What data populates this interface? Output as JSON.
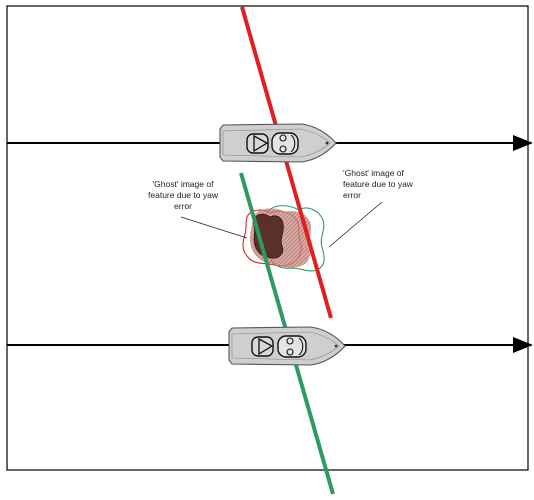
{
  "annotations": {
    "left": {
      "line1": "'Ghost' image of",
      "line2": "feature due to yaw",
      "line3": "error"
    },
    "right": {
      "line1": "'Ghost' image of",
      "line2": "feature due to yaw",
      "line3": "error"
    }
  },
  "colors": {
    "red_beam": "#e02020",
    "green_beam": "#2e9a62",
    "boat_hull": "#cfcfcf",
    "ghost_fill": "#c98b83",
    "feature_fill": "#5b2f2a"
  },
  "icons": [
    "boat-icon",
    "arrow-head-icon"
  ]
}
